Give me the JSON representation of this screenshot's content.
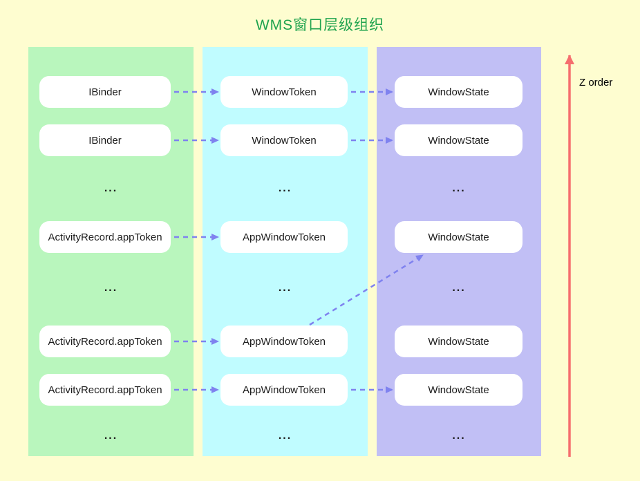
{
  "title": "WMS窗口层级组织",
  "z_axis": {
    "label": "Z order"
  },
  "colors": {
    "background": "#FEFDD0",
    "title": "#1FA34E",
    "column_binders": "#B9F6BD",
    "column_tokens": "#C0FCFF",
    "column_window_states": "#C1BFF5",
    "node_background": "#FFFFFF",
    "node_text": "#1A1A1A",
    "reference_arrow": "#7F82EF",
    "z_order_arrow": "#F56E6E"
  },
  "columns": [
    {
      "id": "binders"
    },
    {
      "id": "tokens"
    },
    {
      "id": "window-states"
    }
  ],
  "rows": [
    {
      "type": "boxes",
      "labels": [
        "IBinder",
        "WindowToken",
        "WindowState"
      ],
      "arrow_col1_col2": true,
      "arrow_col2_col3": true
    },
    {
      "type": "boxes",
      "labels": [
        "IBinder",
        "WindowToken",
        "WindowState"
      ],
      "arrow_col1_col2": true,
      "arrow_col2_col3": true
    },
    {
      "type": "ellipsis",
      "labels": [
        "...",
        "...",
        "..."
      ]
    },
    {
      "type": "boxes",
      "labels": [
        "ActivityRecord.appToken",
        "AppWindowToken",
        "WindowState"
      ],
      "arrow_col1_col2": true,
      "arrow_col2_col3": false
    },
    {
      "type": "ellipsis",
      "labels": [
        "...",
        "...",
        "..."
      ]
    },
    {
      "type": "boxes",
      "labels": [
        "ActivityRecord.appToken",
        "AppWindowToken",
        "WindowState"
      ],
      "arrow_col1_col2": true,
      "arrow_col2_col3": false
    },
    {
      "type": "boxes",
      "labels": [
        "ActivityRecord.appToken",
        "AppWindowToken",
        "WindowState"
      ],
      "arrow_col1_col2": true,
      "arrow_col2_col3": true
    },
    {
      "type": "ellipsis",
      "labels": [
        "...",
        "...",
        "..."
      ]
    }
  ],
  "diagonal_arrow": {
    "from_row": 6,
    "from_label": "AppWindowToken",
    "to_row": 4,
    "to_label": "WindowState"
  }
}
